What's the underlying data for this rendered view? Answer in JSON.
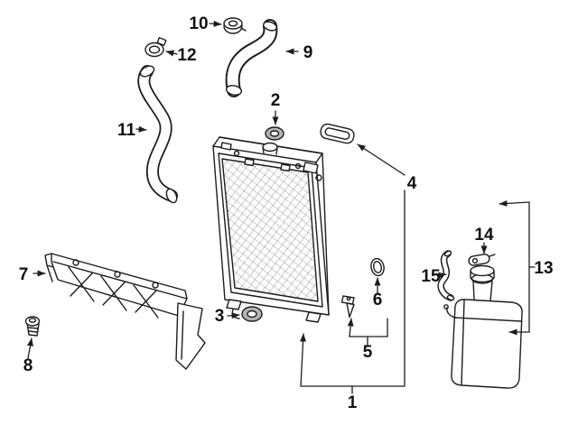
{
  "figure": {
    "background": "#ffffff",
    "line_color": "#1d1d1d",
    "label_color": "#111111",
    "callouts": [
      "1",
      "2",
      "3",
      "4",
      "5",
      "6",
      "7",
      "8",
      "9",
      "10",
      "11",
      "12",
      "13",
      "14",
      "15"
    ]
  }
}
